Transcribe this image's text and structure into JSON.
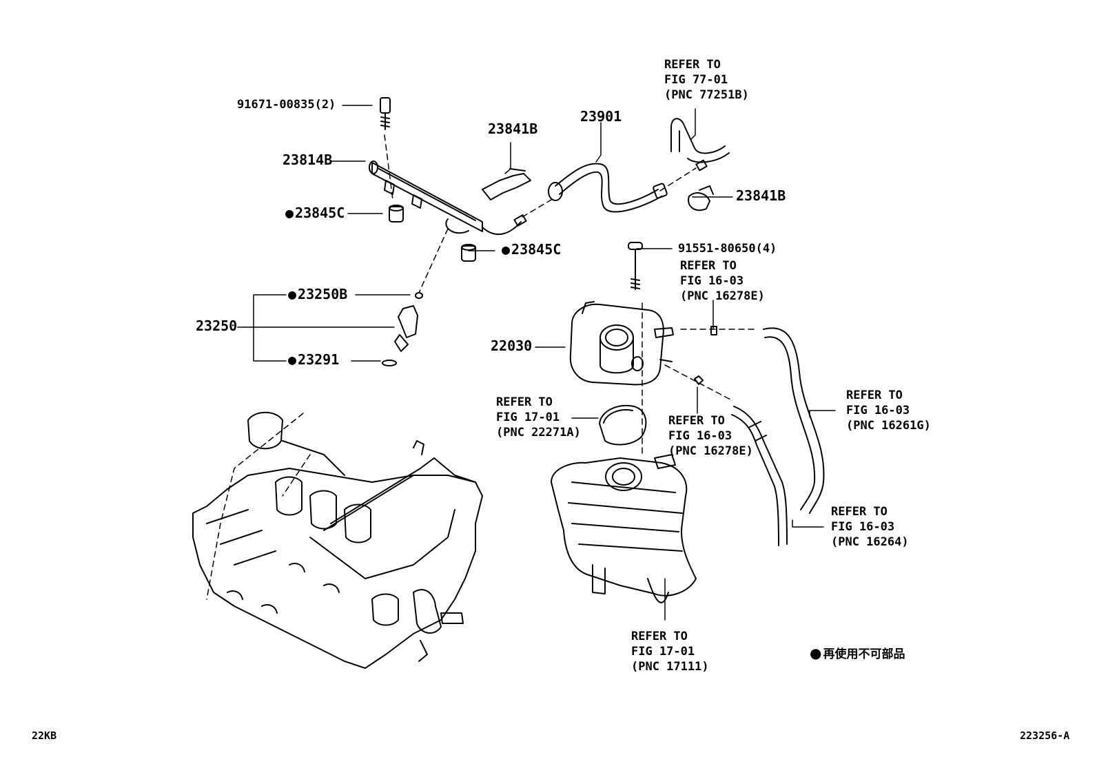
{
  "parts": {
    "bolt_rail": "91671-00835(2)",
    "delivery_pipe": "23814B",
    "insulator_upper": "23845C",
    "insulator_lower": "23845C",
    "injector_seal_upper": "23250B",
    "injector_assy": "23250",
    "injector_oring": "23291",
    "clamp_upper": "23841B",
    "clamp_right": "23841B",
    "fuel_hose": "23901",
    "throttle_body": "22030",
    "bolt_throttle": "91551-80650(4)"
  },
  "references": {
    "fig77": {
      "line1": "REFER TO",
      "line2": "FIG 77-01",
      "line3": "(PNC 77251B)"
    },
    "fig16_top": {
      "line1": "REFER TO",
      "line2": "FIG 16-03",
      "line3": "(PNC 16278E)"
    },
    "fig16_mid": {
      "line1": "REFER TO",
      "line2": "FIG 16-03",
      "line3": "(PNC 16278E)"
    },
    "fig16_261g": {
      "line1": "REFER TO",
      "line2": "FIG 16-03",
      "line3": "(PNC 16261G)"
    },
    "fig16_264": {
      "line1": "REFER TO",
      "line2": "FIG 16-03",
      "line3": "(PNC 16264)"
    },
    "fig17_gasket": {
      "line1": "REFER TO",
      "line2": "FIG 17-01",
      "line3": "(PNC 22271A)"
    },
    "fig17_manifold": {
      "line1": "REFER TO",
      "line2": "FIG 17-01",
      "line3": "(PNC 17111)"
    }
  },
  "legend": {
    "non_reusable": "再使用不可部品"
  },
  "footer": {
    "left_code": "22KB",
    "right_code": "223256-A"
  },
  "style": {
    "ink": "#000000",
    "paper": "#ffffff"
  }
}
